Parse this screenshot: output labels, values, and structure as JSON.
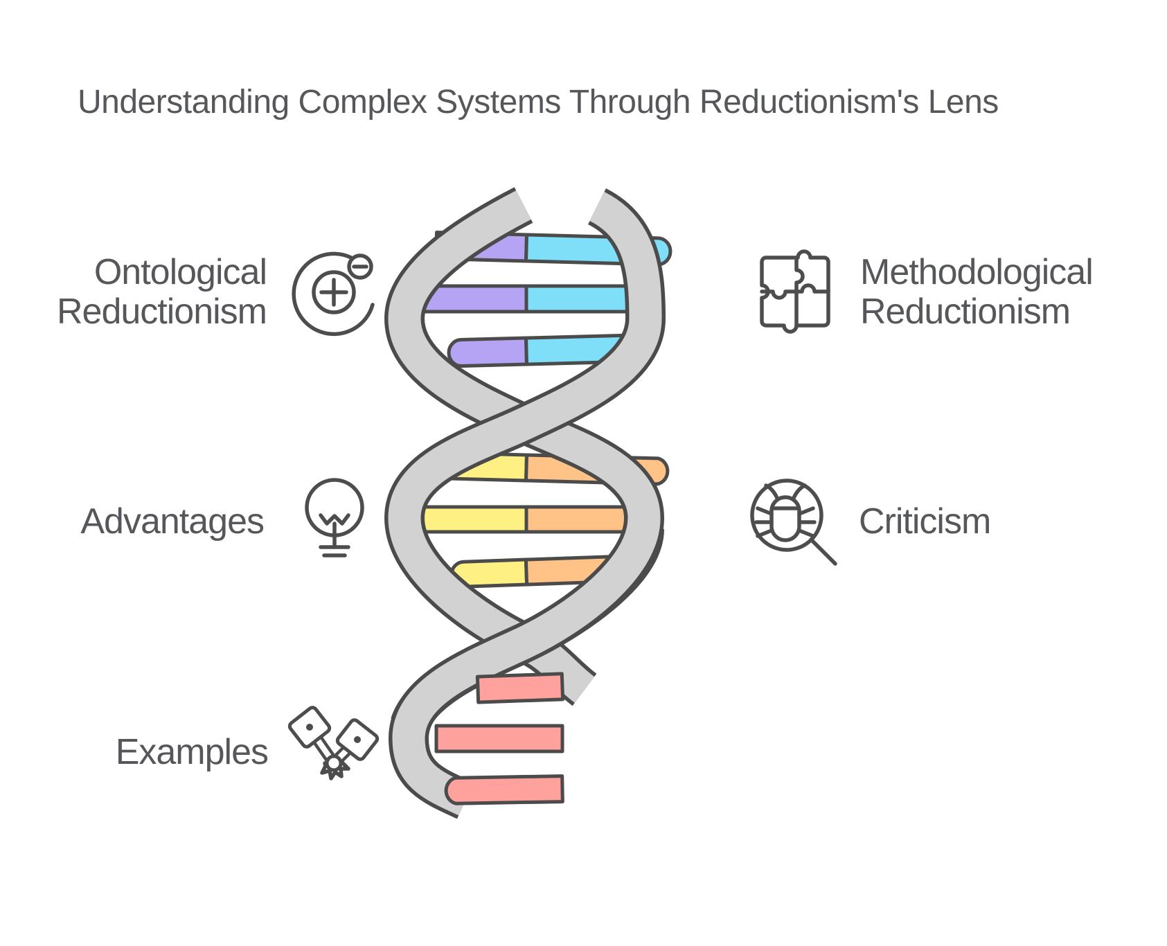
{
  "title": "Understanding Complex Systems Through Reductionism's Lens",
  "sections": {
    "ontological": {
      "line1": "Ontological",
      "line2": "Reductionism",
      "icon": "atom-icon"
    },
    "methodological": {
      "line1": "Methodological",
      "line2": "Reductionism",
      "icon": "puzzle-icon"
    },
    "advantages": {
      "label": "Advantages",
      "icon": "lightbulb-icon"
    },
    "criticism": {
      "label": "Criticism",
      "icon": "bug-magnifier-icon"
    },
    "examples": {
      "label": "Examples",
      "icon": "pistons-icon"
    }
  },
  "diagram": {
    "type": "dna-double-helix",
    "rung_groups": [
      {
        "position": "top",
        "left_color": "purple",
        "right_color": "cyan",
        "count": 3
      },
      {
        "position": "middle",
        "left_color": "yellow",
        "right_color": "orange",
        "count": 3
      },
      {
        "position": "bottom",
        "left_color": "pink",
        "right_color": "pink",
        "count": 3
      }
    ]
  },
  "colors": {
    "background": "#ffffff",
    "text": "#56575b",
    "icon": "#4d4d4d",
    "outline": "#4b4b4b",
    "strand": "#d2d2d2",
    "purple": "#b5a4f4",
    "cyan": "#7fdef8",
    "yellow": "#fff083",
    "orange": "#ffc388",
    "pink": "#ffa19c"
  }
}
